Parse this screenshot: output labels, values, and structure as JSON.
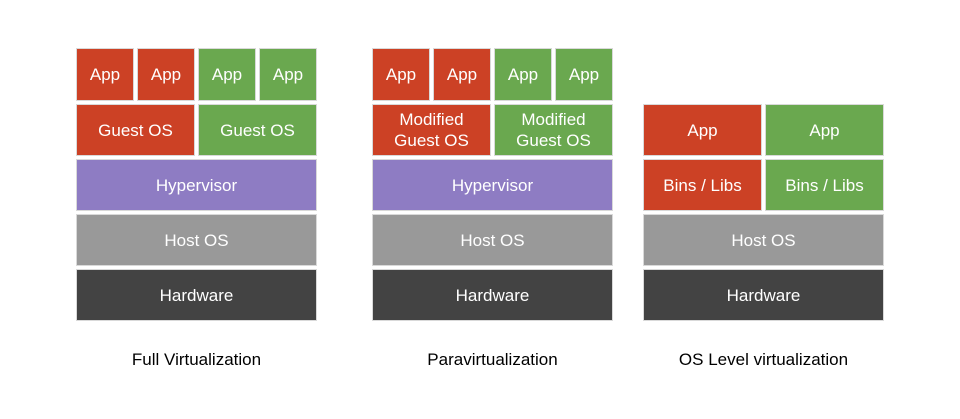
{
  "colors": {
    "guest_a": "#cc4125",
    "guest_b": "#6aa84f",
    "hypervisor": "#8e7cc3",
    "host_os": "#999999",
    "hardware": "#434343"
  },
  "full_virtualization": {
    "caption": "Full Virtualization",
    "apps": [
      "App",
      "App",
      "App",
      "App"
    ],
    "guest_os": [
      "Guest OS",
      "Guest OS"
    ],
    "hypervisor": "Hypervisor",
    "host_os": "Host OS",
    "hardware": "Hardware"
  },
  "paravirtualization": {
    "caption": "Paravirtualization",
    "apps": [
      "App",
      "App",
      "App",
      "App"
    ],
    "guest_os": [
      "Modified\nGuest OS",
      "Modified\nGuest OS"
    ],
    "hypervisor": "Hypervisor",
    "host_os": "Host OS",
    "hardware": "Hardware"
  },
  "os_level_virtualization": {
    "caption": "OS Level virtualization",
    "apps": [
      "App",
      "App"
    ],
    "bins_libs": [
      "Bins / Libs",
      "Bins / Libs"
    ],
    "host_os": "Host OS",
    "hardware": "Hardware"
  }
}
